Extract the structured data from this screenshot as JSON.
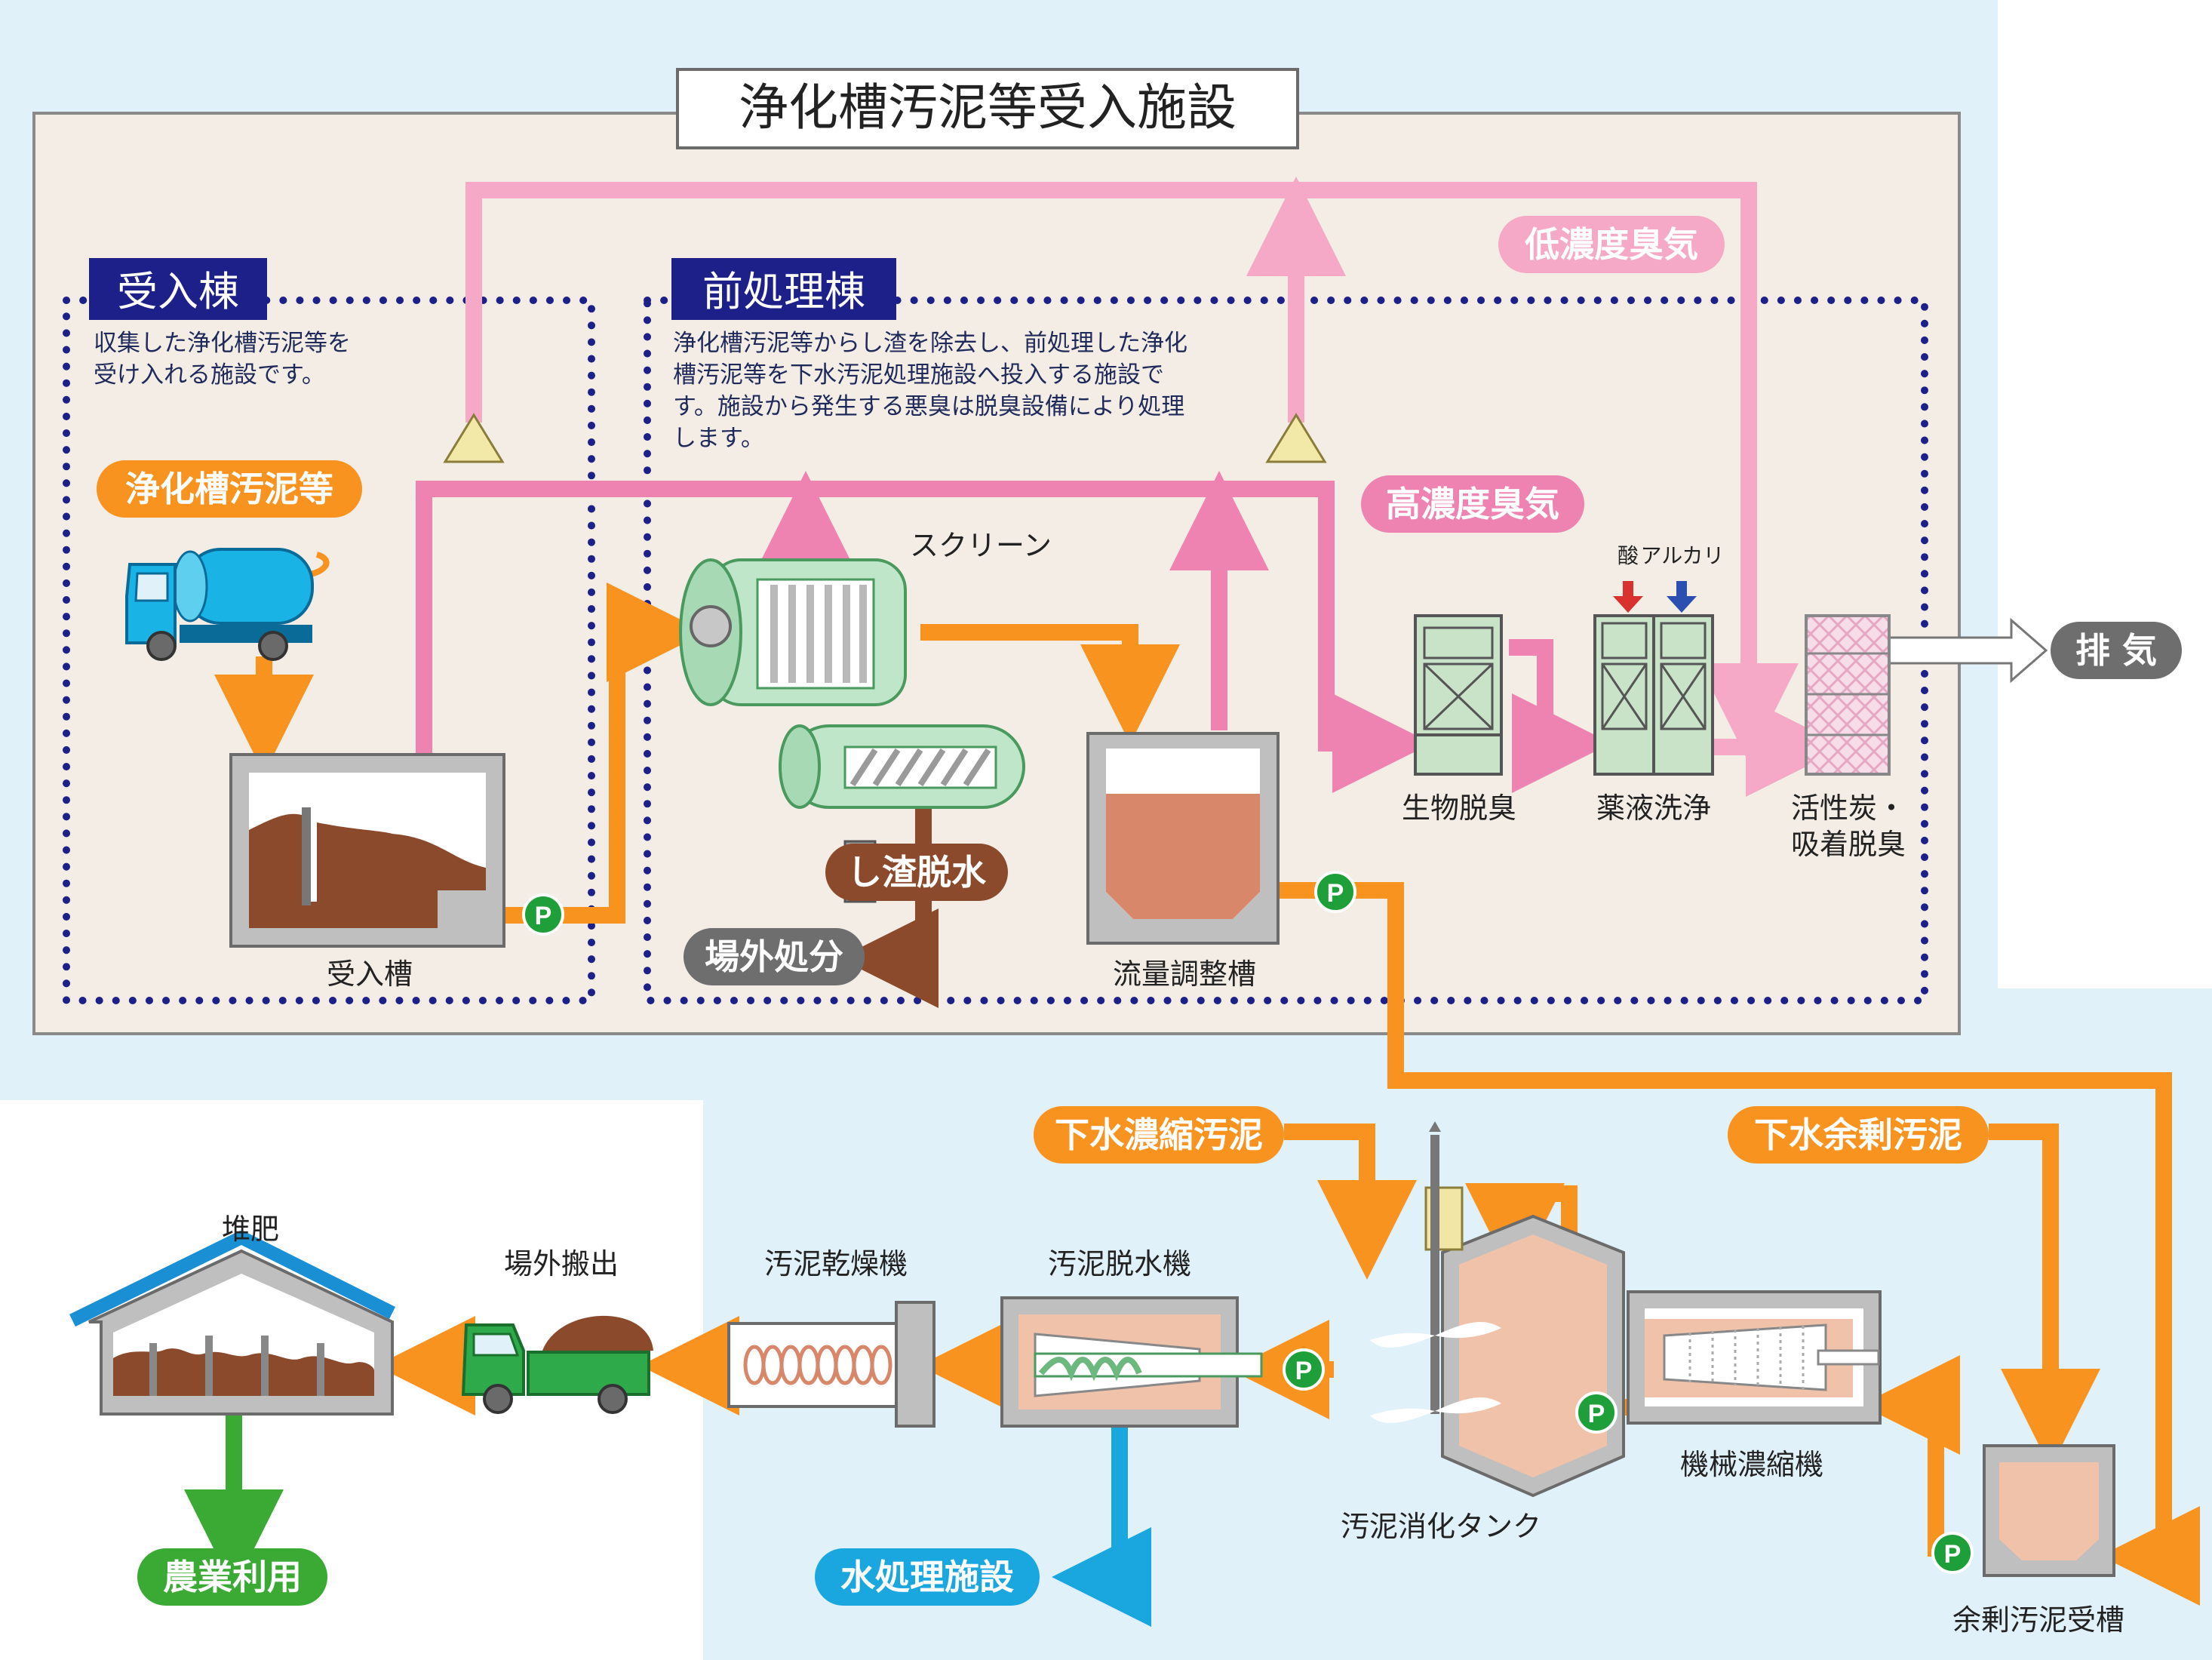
{
  "facility_title": "浄化槽汚泥等受入施設",
  "sections": {
    "receiving": {
      "title": "受入棟",
      "desc": [
        "収集した浄化槽汚泥等を",
        "受け入れる施設です。"
      ]
    },
    "pretreatment": {
      "title": "前処理棟",
      "desc": [
        "浄化槽汚泥等からし渣を除去し、前処理した浄化",
        "槽汚泥等を下水汚泥処理施設へ投入する施設で",
        "す。施設から発生する悪臭は脱臭設備により処理",
        "します。"
      ]
    }
  },
  "pills": {
    "septage": "浄化槽汚泥等",
    "screenings_dewater": "し渣脱水",
    "offsite_disposal": "場外処分",
    "high_odor": "高濃度臭気",
    "low_odor": "低濃度臭気",
    "exhaust": "排 気",
    "thickened_sludge": "下水濃縮汚泥",
    "excess_sludge": "下水余剰汚泥",
    "water_treatment": "水処理施設",
    "agriculture": "農業利用"
  },
  "labels": {
    "receiving_tank": "受入槽",
    "screen": "スクリーン",
    "flow_tank": "流量調整槽",
    "bio_deodor": "生物脱臭",
    "chem_wash": "薬液洗浄",
    "acid": "酸",
    "alkali": "アルカリ",
    "carbon_1": "活性炭・",
    "carbon_2": "吸着脱臭",
    "digester": "汚泥消化タンク",
    "mech_thickener": "機械濃縮機",
    "excess_tank": "余剰汚泥受槽",
    "dewatering": "汚泥脱水機",
    "dryer": "汚泥乾燥機",
    "hauling": "場外搬出",
    "compost": "堆肥"
  },
  "pump_symbol": "P",
  "colors": {
    "sludge_line": "#f7931e",
    "high_odor_line": "#ee82b0",
    "low_odor_line": "#f5a9c6",
    "water_line": "#1aa7e0",
    "agri_line": "#3aaa35",
    "screenings_line": "#8b4a2b",
    "section_border": "#1d2088",
    "pump": "#1e9f3a"
  }
}
